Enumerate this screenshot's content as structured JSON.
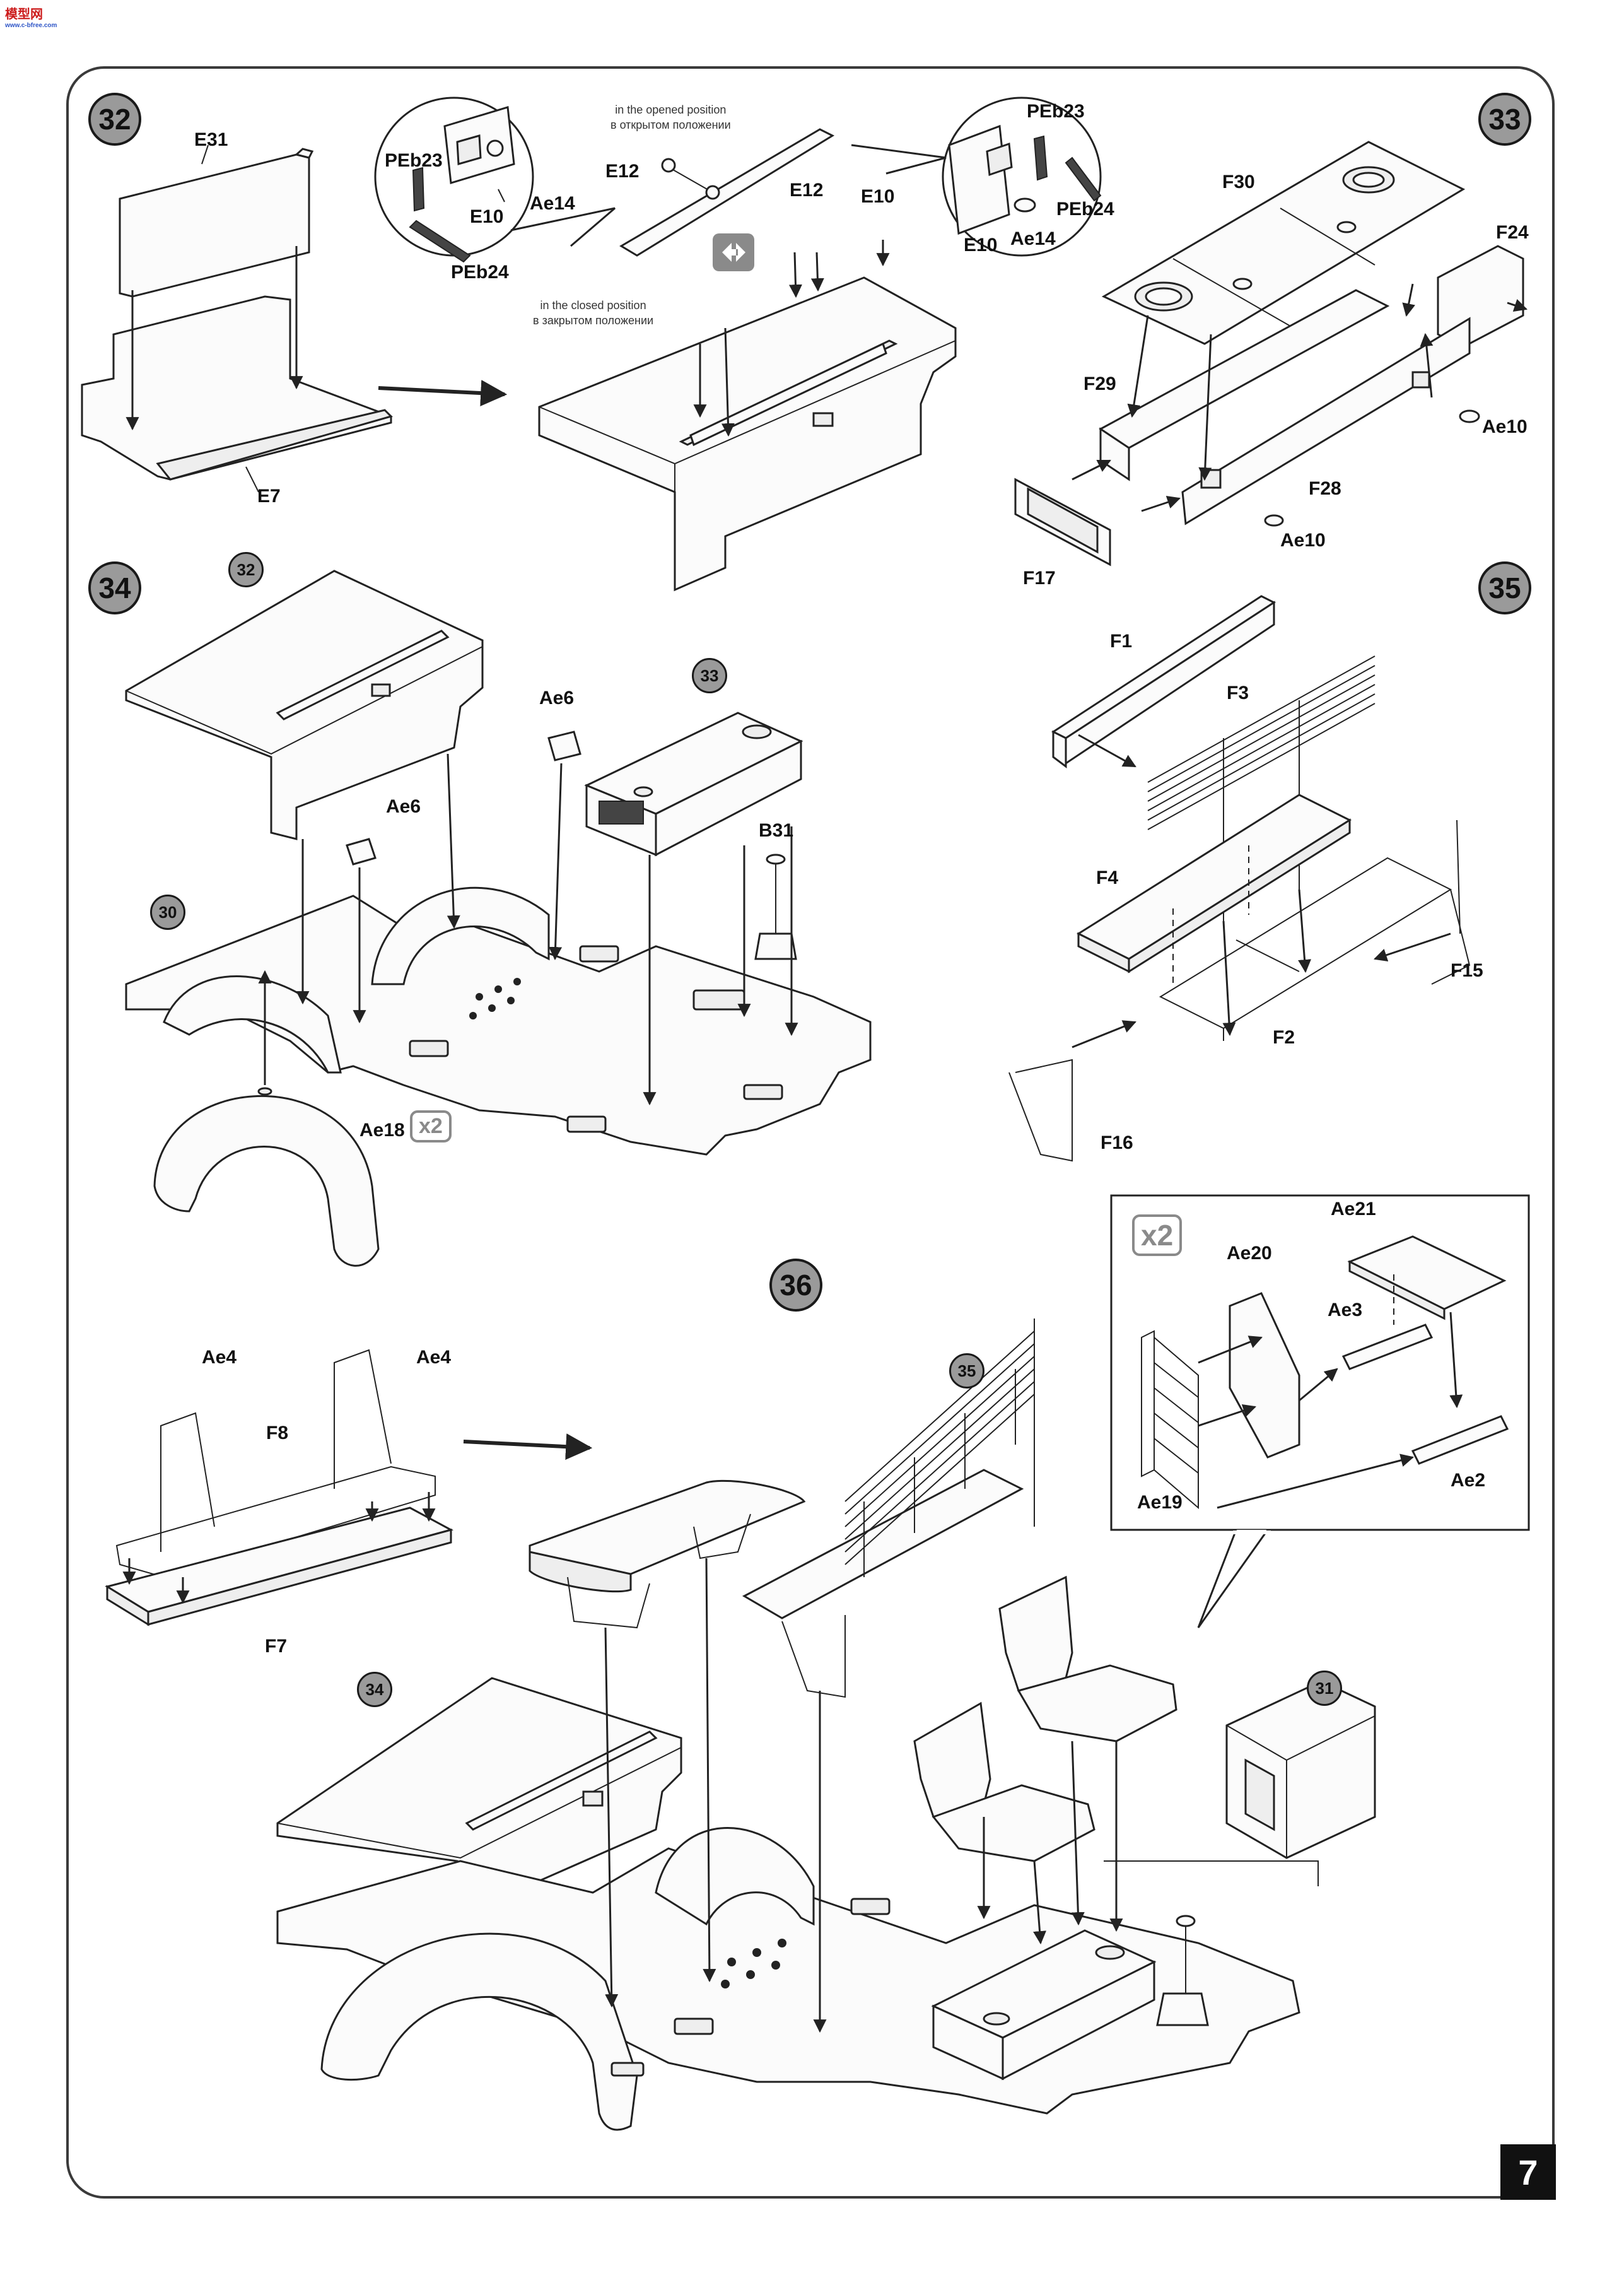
{
  "watermark": {
    "text": "模型网",
    "sub": "www.c-bfree.com"
  },
  "page_number": "7",
  "steps": {
    "s32": "32",
    "s33": "33",
    "s34": "34",
    "s35": "35",
    "s36": "36"
  },
  "refs": {
    "r32": "32",
    "r33": "33",
    "r30": "30",
    "r35": "35",
    "r34": "34",
    "r31": "31"
  },
  "step32": {
    "e31": "E31",
    "e7": "E7",
    "peb23": "PEb23",
    "e10": "E10",
    "ae14": "Ae14",
    "peb24": "PEb24",
    "e12a": "E12",
    "e12b": "E12",
    "e10b": "E10",
    "opened_en": "in the opened position",
    "opened_ru": "в открытом положении",
    "closed_en": "in the closed position",
    "closed_ru": "в закрытом положении"
  },
  "step33": {
    "peb23": "PEb23",
    "peb24": "PEb24",
    "e10": "E10",
    "ae14": "Ae14",
    "f30": "F30",
    "f24": "F24",
    "f29": "F29",
    "ae10a": "Ae10",
    "f28": "F28",
    "ae10b": "Ae10",
    "f17": "F17"
  },
  "step34": {
    "ae6a": "Ae6",
    "ae6b": "Ae6",
    "b31": "B31",
    "ae18": "Ae18",
    "x2": "x2"
  },
  "step35": {
    "f1": "F1",
    "f3": "F3",
    "f4": "F4",
    "f15": "F15",
    "f2": "F2",
    "f16": "F16"
  },
  "inset": {
    "x2": "x2",
    "ae21": "Ae21",
    "ae20": "Ae20",
    "ae3": "Ae3",
    "ae19": "Ae19",
    "ae2": "Ae2"
  },
  "step36": {
    "ae4a": "Ae4",
    "ae4b": "Ae4",
    "f8": "F8",
    "f7": "F7"
  }
}
